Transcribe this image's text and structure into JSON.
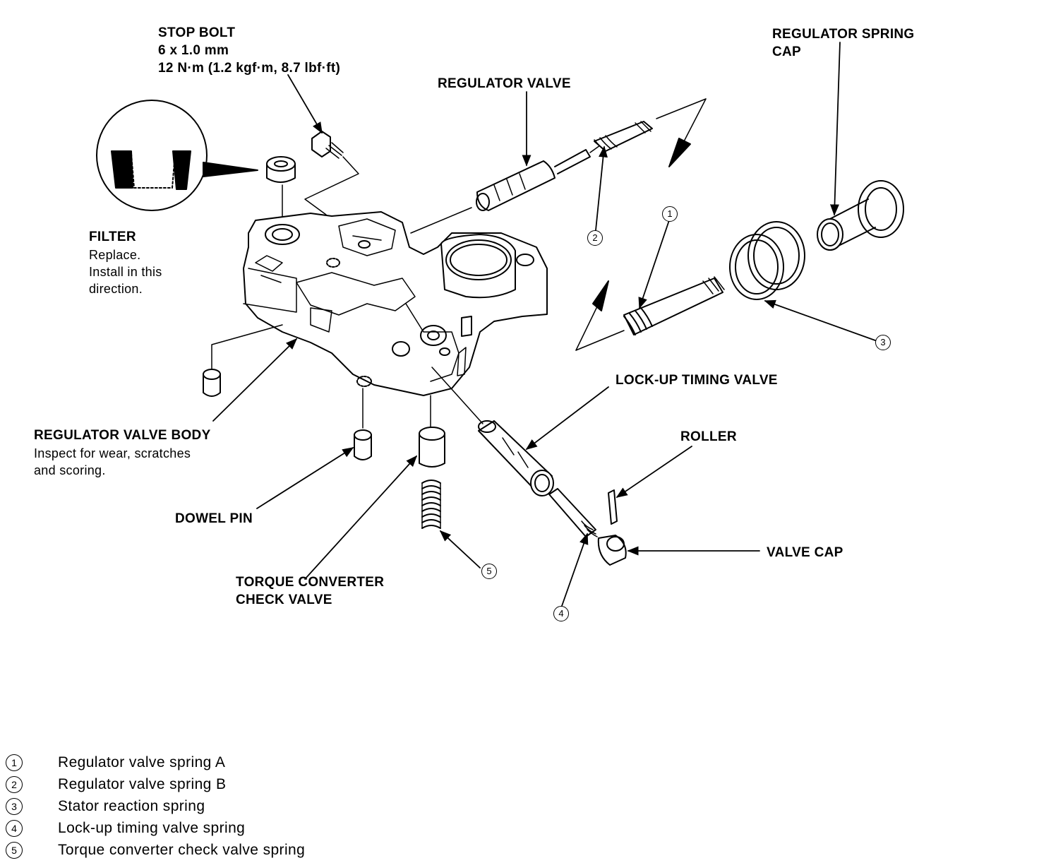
{
  "labels": {
    "stop_bolt": [
      "STOP BOLT",
      "6 x 1.0 mm",
      "12 N·m (1.2 kgf·m, 8.7 lbf·ft)"
    ],
    "regulator_valve": "REGULATOR VALVE",
    "regulator_spring_cap": [
      "REGULATOR SPRING",
      "CAP"
    ],
    "filter": "FILTER",
    "filter_notes": [
      "Replace.",
      "Install in this",
      "direction."
    ],
    "regulator_valve_body": "REGULATOR VALVE BODY",
    "regulator_valve_body_notes": [
      "Inspect for wear, scratches",
      "and scoring."
    ],
    "lock_up_timing_valve": "LOCK-UP TIMING VALVE",
    "roller": "ROLLER",
    "dowel_pin": "DOWEL PIN",
    "valve_cap": "VALVE CAP",
    "torque_converter_check_valve": [
      "TORQUE CONVERTER",
      "CHECK VALVE"
    ]
  },
  "callouts": [
    "1",
    "2",
    "3",
    "4",
    "5"
  ],
  "legend": [
    {
      "num": "1",
      "text": "Regulator valve spring A"
    },
    {
      "num": "2",
      "text": "Regulator valve spring B"
    },
    {
      "num": "3",
      "text": "Stator reaction spring"
    },
    {
      "num": "4",
      "text": "Lock-up timing valve spring"
    },
    {
      "num": "5",
      "text": "Torque converter check valve spring"
    }
  ]
}
